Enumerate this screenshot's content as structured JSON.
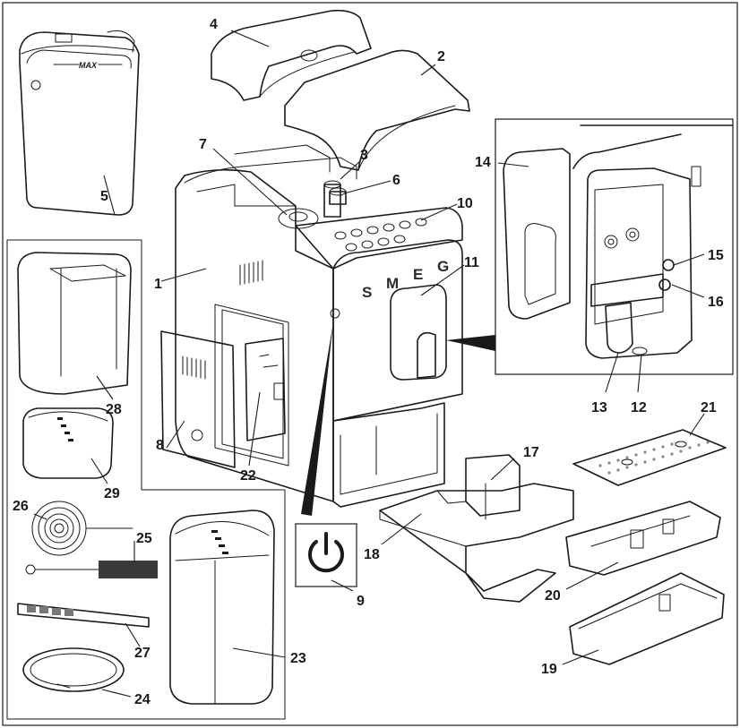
{
  "callouts": {
    "c1": "1",
    "c2": "2",
    "c3": "3",
    "c4": "4",
    "c5": "5",
    "c6": "6",
    "c7": "7",
    "c8": "8",
    "c9": "9",
    "c10": "10",
    "c11": "11",
    "c12": "12",
    "c13": "13",
    "c14": "14",
    "c15": "15",
    "c16": "16",
    "c17": "17",
    "c18": "18",
    "c19": "19",
    "c20": "20",
    "c21": "21",
    "c22": "22",
    "c23": "23",
    "c24": "24",
    "c25": "25",
    "c26": "26",
    "c27": "27",
    "c28": "28",
    "c29": "29"
  },
  "brand_letters": [
    "S",
    "M",
    "E",
    "G"
  ],
  "max_mark": "MAX",
  "icons": {
    "power": "power-icon",
    "arrow": "arrow-left-icon"
  },
  "colors": {
    "line": "#1a1a1a",
    "panel_fill": "#ffffff",
    "shade_light": "#e8e8e8",
    "shade_mid": "#bdbdbd",
    "shade_dark": "#6e6e6e"
  }
}
